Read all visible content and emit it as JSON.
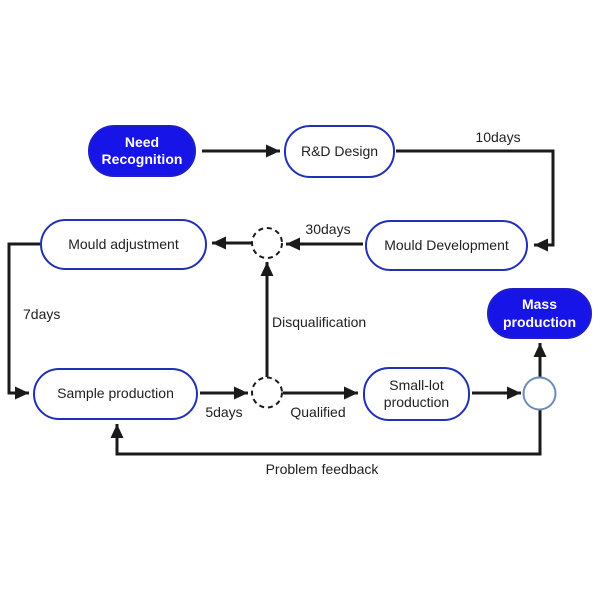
{
  "colors": {
    "node_fill": "#1714e7",
    "node_fill_border": "#1f1fc4",
    "node_outline_border": "#2130b5",
    "node_text_dark": "#1f1f1f",
    "node_text_light": "#ffffff",
    "arrow_color": "#1a1a1a",
    "junction_border": "#6b8cba"
  },
  "nodes": [
    {
      "id": "need-recognition",
      "label": "Need Recognition",
      "style": "filled"
    },
    {
      "id": "rd-design",
      "label": "R&D Design",
      "style": "outline"
    },
    {
      "id": "mould-development",
      "label": "Mould Development",
      "style": "outline"
    },
    {
      "id": "mould-adjustment",
      "label": "Mould adjustment",
      "style": "outline"
    },
    {
      "id": "sample-production",
      "label": "Sample production",
      "style": "outline"
    },
    {
      "id": "small-lot-production",
      "label": "Small-lot production",
      "style": "outline"
    },
    {
      "id": "mass-production",
      "label": "Mass production",
      "style": "filled"
    }
  ],
  "connectors": [
    {
      "id": "inspection-point-upper",
      "type": "dashed-circle"
    },
    {
      "id": "inspection-point-lower",
      "type": "dashed-circle"
    },
    {
      "id": "junction-point",
      "type": "circle"
    }
  ],
  "edge_labels": [
    {
      "id": "10days",
      "text": "10days"
    },
    {
      "id": "30days",
      "text": "30days"
    },
    {
      "id": "7days",
      "text": "7days"
    },
    {
      "id": "5days",
      "text": "5days"
    },
    {
      "id": "disqualification",
      "text": "Disqualification"
    },
    {
      "id": "qualified",
      "text": "Qualified"
    },
    {
      "id": "problem-feedback",
      "text": "Problem feedback"
    }
  ],
  "edges": [
    {
      "from": "need-recognition",
      "to": "rd-design"
    },
    {
      "from": "rd-design",
      "to": "mould-development",
      "label": "10days"
    },
    {
      "from": "mould-development",
      "to": "inspection-point-upper",
      "label": "30days"
    },
    {
      "from": "inspection-point-upper",
      "to": "mould-adjustment"
    },
    {
      "from": "mould-adjustment",
      "to": "sample-production",
      "label": "7days"
    },
    {
      "from": "sample-production",
      "to": "inspection-point-lower",
      "label": "5days"
    },
    {
      "from": "inspection-point-lower",
      "to": "small-lot-production",
      "label": "Qualified"
    },
    {
      "from": "inspection-point-lower",
      "to": "inspection-point-upper",
      "label": "Disqualification"
    },
    {
      "from": "small-lot-production",
      "to": "junction-point"
    },
    {
      "from": "junction-point",
      "to": "mass-production"
    },
    {
      "from": "junction-point",
      "to": "sample-production",
      "label": "Problem feedback"
    }
  ]
}
